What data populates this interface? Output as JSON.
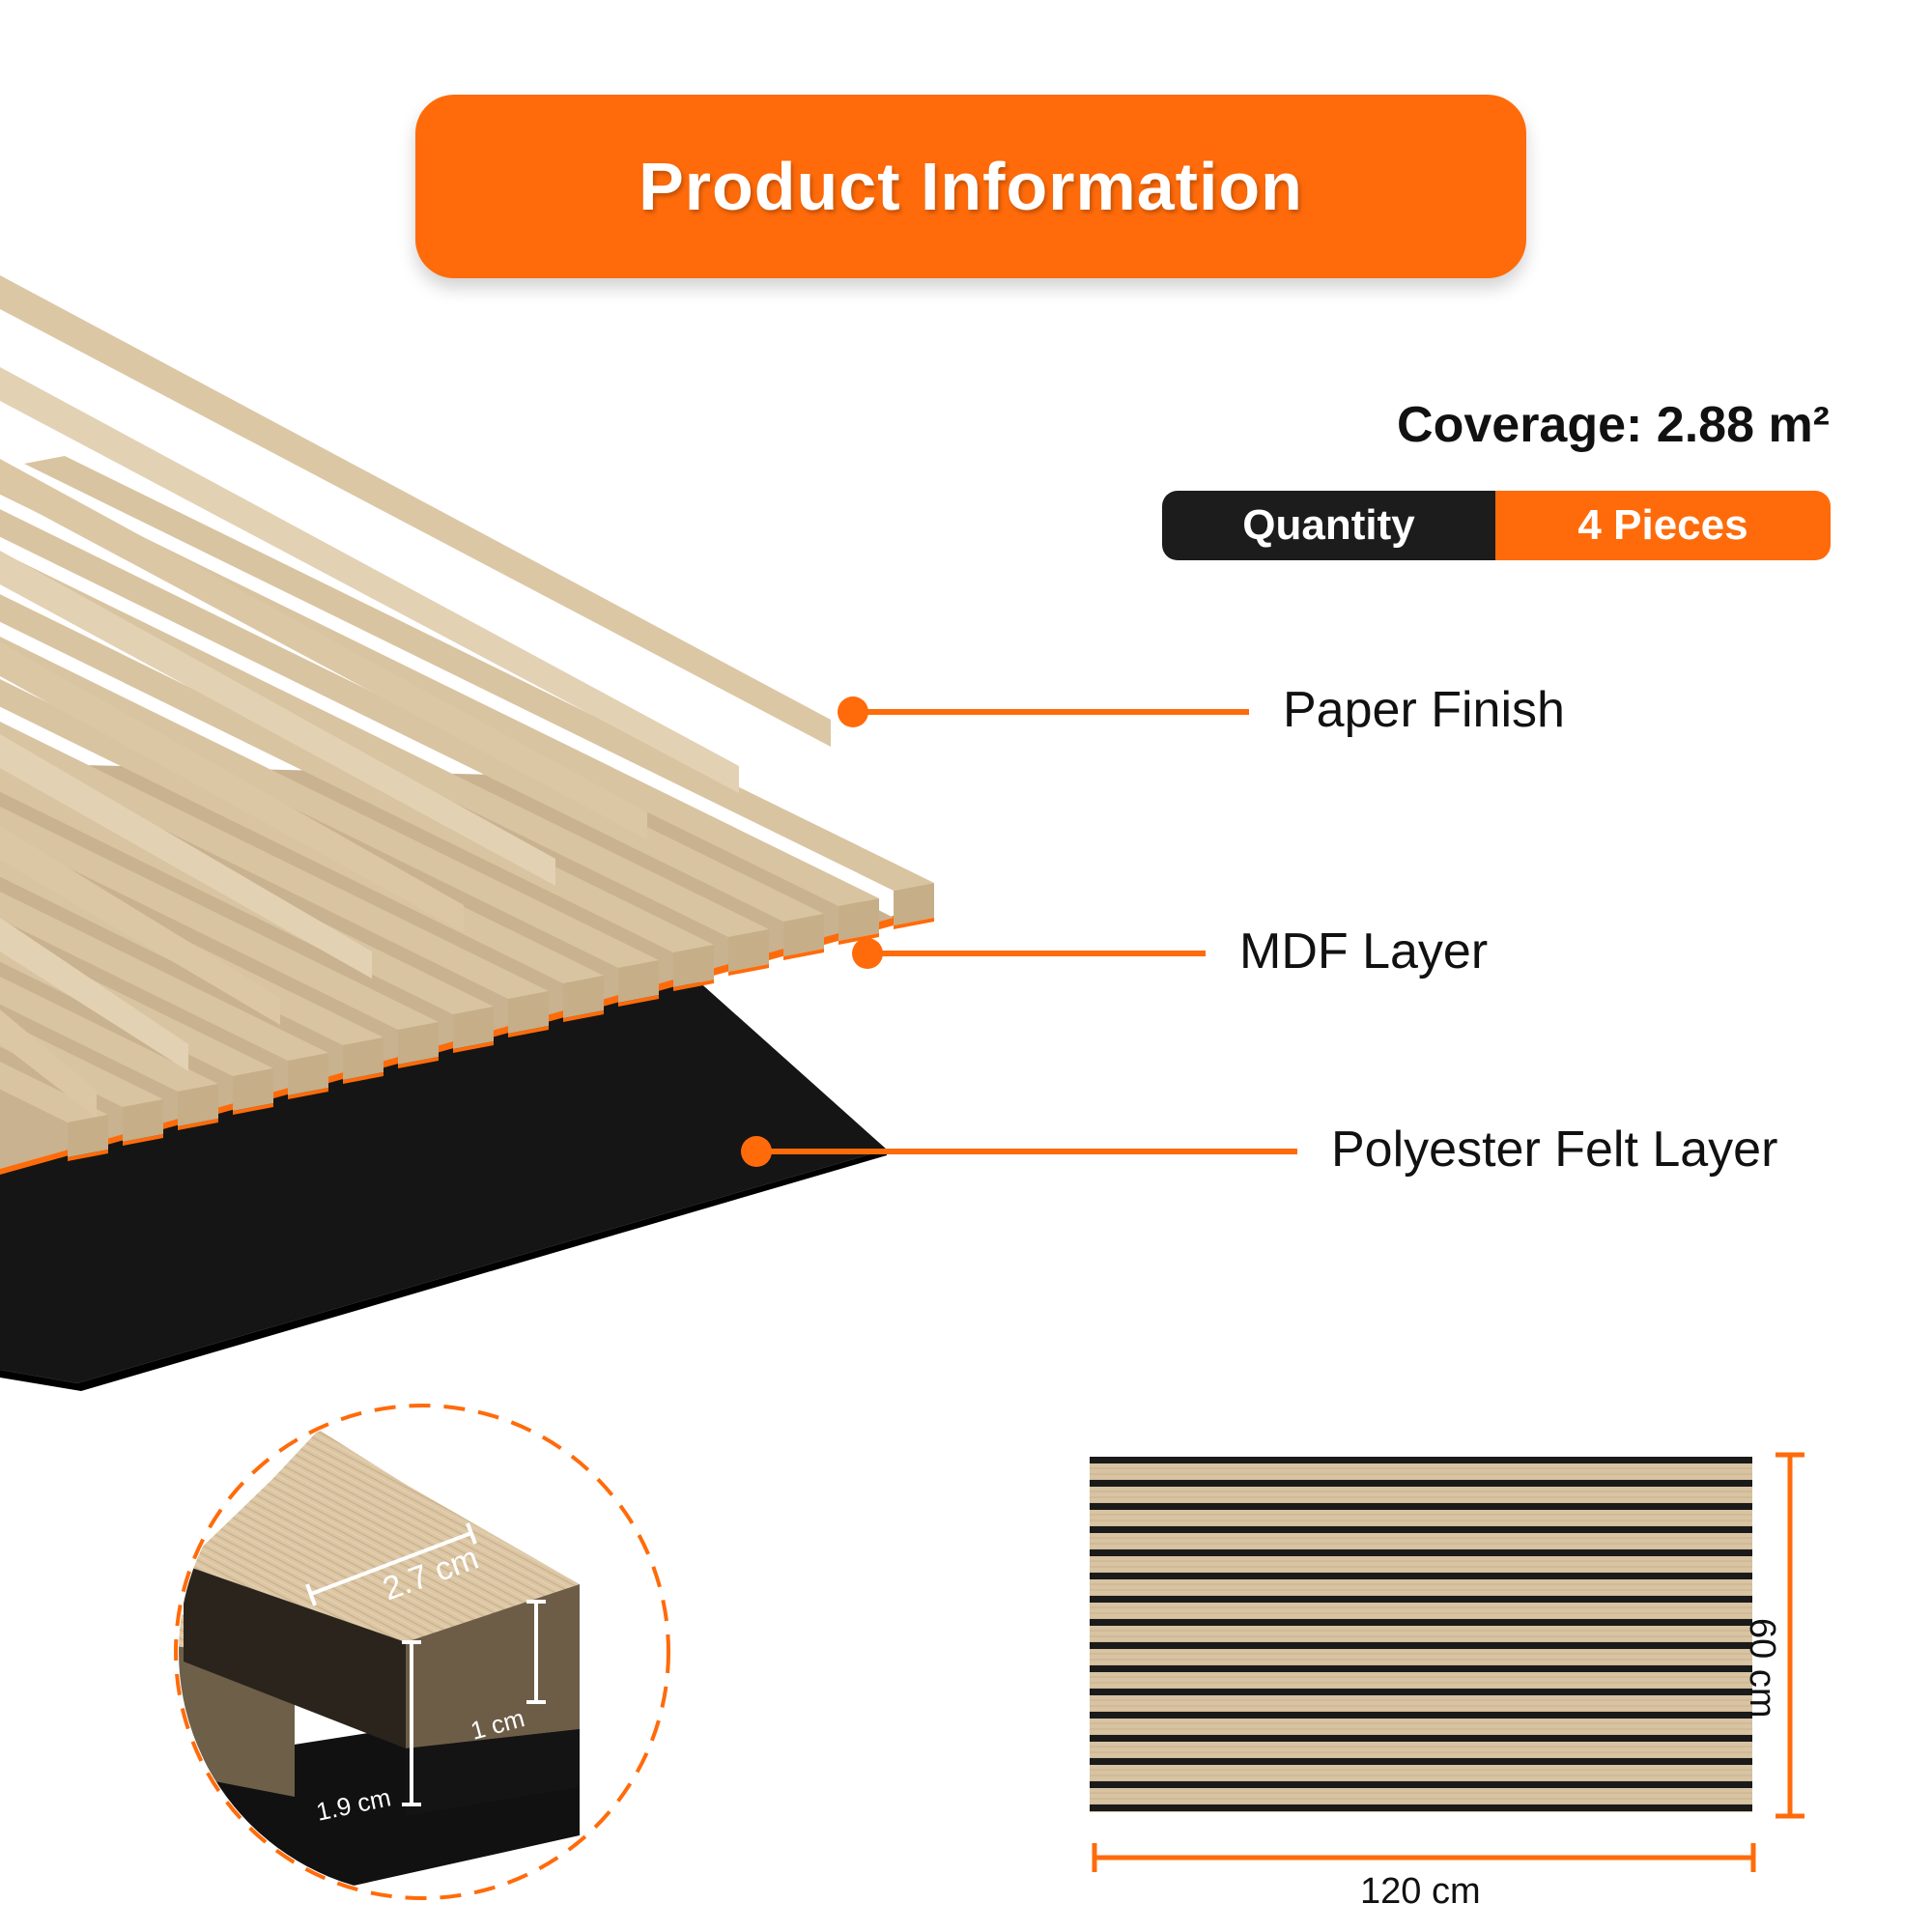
{
  "header": {
    "title": "Product Information"
  },
  "specs": {
    "coverage": "Coverage: 2.88 m²",
    "quantity_label": "Quantity",
    "quantity_value": "4 Pieces"
  },
  "layers": [
    {
      "label": "Paper Finish"
    },
    {
      "label": "MDF Layer"
    },
    {
      "label": "Polyester Felt Layer"
    }
  ],
  "slat_dimensions": {
    "width": "2.7 cm",
    "slat_height": "1 cm",
    "total_height": "1.9 cm"
  },
  "panel_dimensions": {
    "length": "120 cm",
    "height": "60 cm"
  },
  "colors": {
    "accent": "#FF6B0A",
    "dark": "#1c1c1c",
    "wood": "#D8C3A2",
    "felt": "#151515"
  }
}
